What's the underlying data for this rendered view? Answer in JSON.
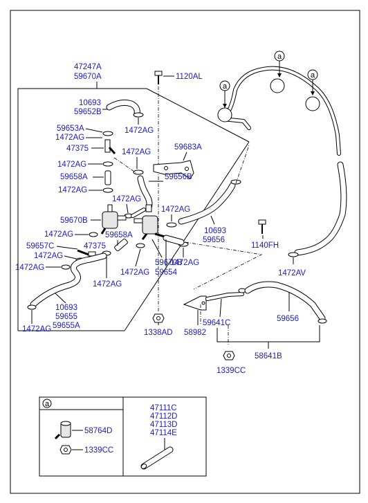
{
  "labels": {
    "l47247A": "47247A",
    "l59670A": "59670A",
    "l1120AL": "1120AL",
    "l10693a": "10693",
    "l59652B": "59652B",
    "l1472AG_top": "1472AG",
    "l59653A": "59653A",
    "l1472AG_a": "1472AG",
    "l47375a": "47375",
    "l1472AG_b": "1472AG",
    "l1472AG_c": "1472AG",
    "l59683A": "59683A",
    "l59658A_a": "59658A",
    "l59656B": "59656B",
    "l1472AG_d": "1472AG",
    "l1472AG_e": "1472AG",
    "l1472AG_f": "1472AG",
    "l59670B_a": "59670B",
    "l10693b": "10693",
    "l59656_a": "59656",
    "l1472AG_g": "1472AG",
    "l59658A_b": "59658A",
    "l59657C": "59657C",
    "l47375b": "47375",
    "l1472AG_h": "1472AG",
    "l59670B_b": "59670B",
    "l1472AG_i": "1472AG",
    "l1472AG_j": "1472AG",
    "l59654": "59654",
    "l1472AG_k": "1472AG",
    "l1472AG_l": "1472AG",
    "l10693c": "10693",
    "l59655": "59655",
    "l59655A": "59655A",
    "l1472AG_m": "1472AG",
    "l1338AD": "1338AD",
    "l1140FH": "1140FH",
    "l1472AV": "1472AV",
    "l59641C": "59641C",
    "l58982": "58982",
    "l59656_b": "59656",
    "l58641B": "58641B",
    "l1339CC_a": "1339CC",
    "l58764D": "58764D",
    "l1339CC_b": "1339CC",
    "l47111C": "47111C",
    "l47112D": "47112D",
    "l47113D": "47113D",
    "l47114E": "47114E"
  },
  "callouts": {
    "a1": "a",
    "a2": "a",
    "a3": "a",
    "legend": "a"
  },
  "colors": {
    "label": "#1a1acc",
    "line": "#000000"
  }
}
